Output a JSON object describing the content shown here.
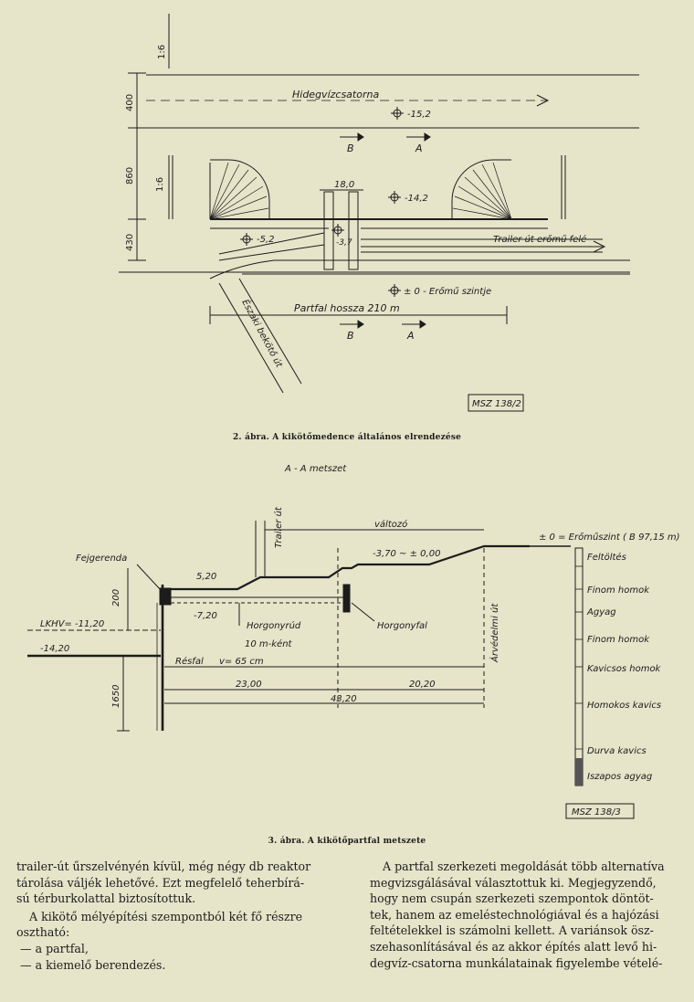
{
  "figure2": {
    "dim_top": "1:6",
    "dim_400": "400",
    "dim_860": "860",
    "dim_slope": "1:6",
    "dim_430": "430",
    "canal_label": "Hidegvízcsatorna",
    "level_152": "-15,2",
    "level_142": "-14,2",
    "level_52": "-5,2",
    "level_37": "-3,7",
    "level_0": "± 0 - Erőmű szintje",
    "dim_180": "18,0",
    "section_b": "B",
    "section_a": "A",
    "trailer_label": "Trailer út erőmű felé",
    "road_label": "Északi bekötő út",
    "length_label": "Partfal hossza 210 m",
    "code": "MSZ 138/2",
    "caption": "2. ábra. A kikötőmedence általános elrendezése"
  },
  "figure3": {
    "title": "A - A metszet",
    "label_fejgerenda": "Fejgerenda",
    "label_trailer": "Trailer út",
    "label_valtozo": "változó",
    "label_erom": "± 0 = Erőműszint ( B 97,15 m)",
    "level_370": "-3,70 ~ ± 0,00",
    "level_520": "5,20",
    "level_720": "-7,20",
    "dim_200": "200",
    "label_lkhv": "LKHV= -11,20",
    "level_1420": "-14,20",
    "label_horgonyrud": "Horgonyrúd",
    "label_10m": "10 m-ként",
    "label_horgonyfal": "Horgonyfal",
    "label_resfal": "Résfal",
    "label_v": "v= 65 cm",
    "label_arvedelmi": "Árvédelmi út",
    "dim_2300": "23,00",
    "dim_2020": "20,20",
    "dim_4320": "43,20",
    "dim_1650": "1650",
    "layers": [
      "Feltöltés",
      "Finom homok",
      "Agyag",
      "Finom homok",
      "Kavicsos homok",
      "Homokos kavics",
      "Durva kavics",
      "Iszapos agyag"
    ],
    "code": "MSZ 138/3",
    "caption": "3. ábra. A kikötőpartfal metszete"
  },
  "text": {
    "left_lines": [
      "trailer-út űrszelvényén kívül, még négy db reaktor",
      "tárolása váljék lehetővé. Ezt megfelelő teherbírá-",
      "sú térburkolattal biztosítottuk."
    ],
    "left_p2_lines": [
      "A kikötő mélyépítési szempontból két fő részre",
      "osztható:"
    ],
    "list": [
      "— a partfal,",
      "— a kiemelő berendezés."
    ],
    "right_lines": [
      "A partfal szerkezeti megoldását több alternatíva",
      "megvizsgálásával választottuk ki. Megjegyzendő,",
      "hogy nem csupán szerkezeti szempontok döntöt-",
      "tek, hanem az emeléstechnológiával és a hajózási",
      "feltételekkel is számolni kellett. A variánsok ösz-",
      "szehasonlításával és az akkor építés alatt levő hi-",
      "degvíz-csatorna munkálatainak figyelembe vételé-"
    ]
  }
}
